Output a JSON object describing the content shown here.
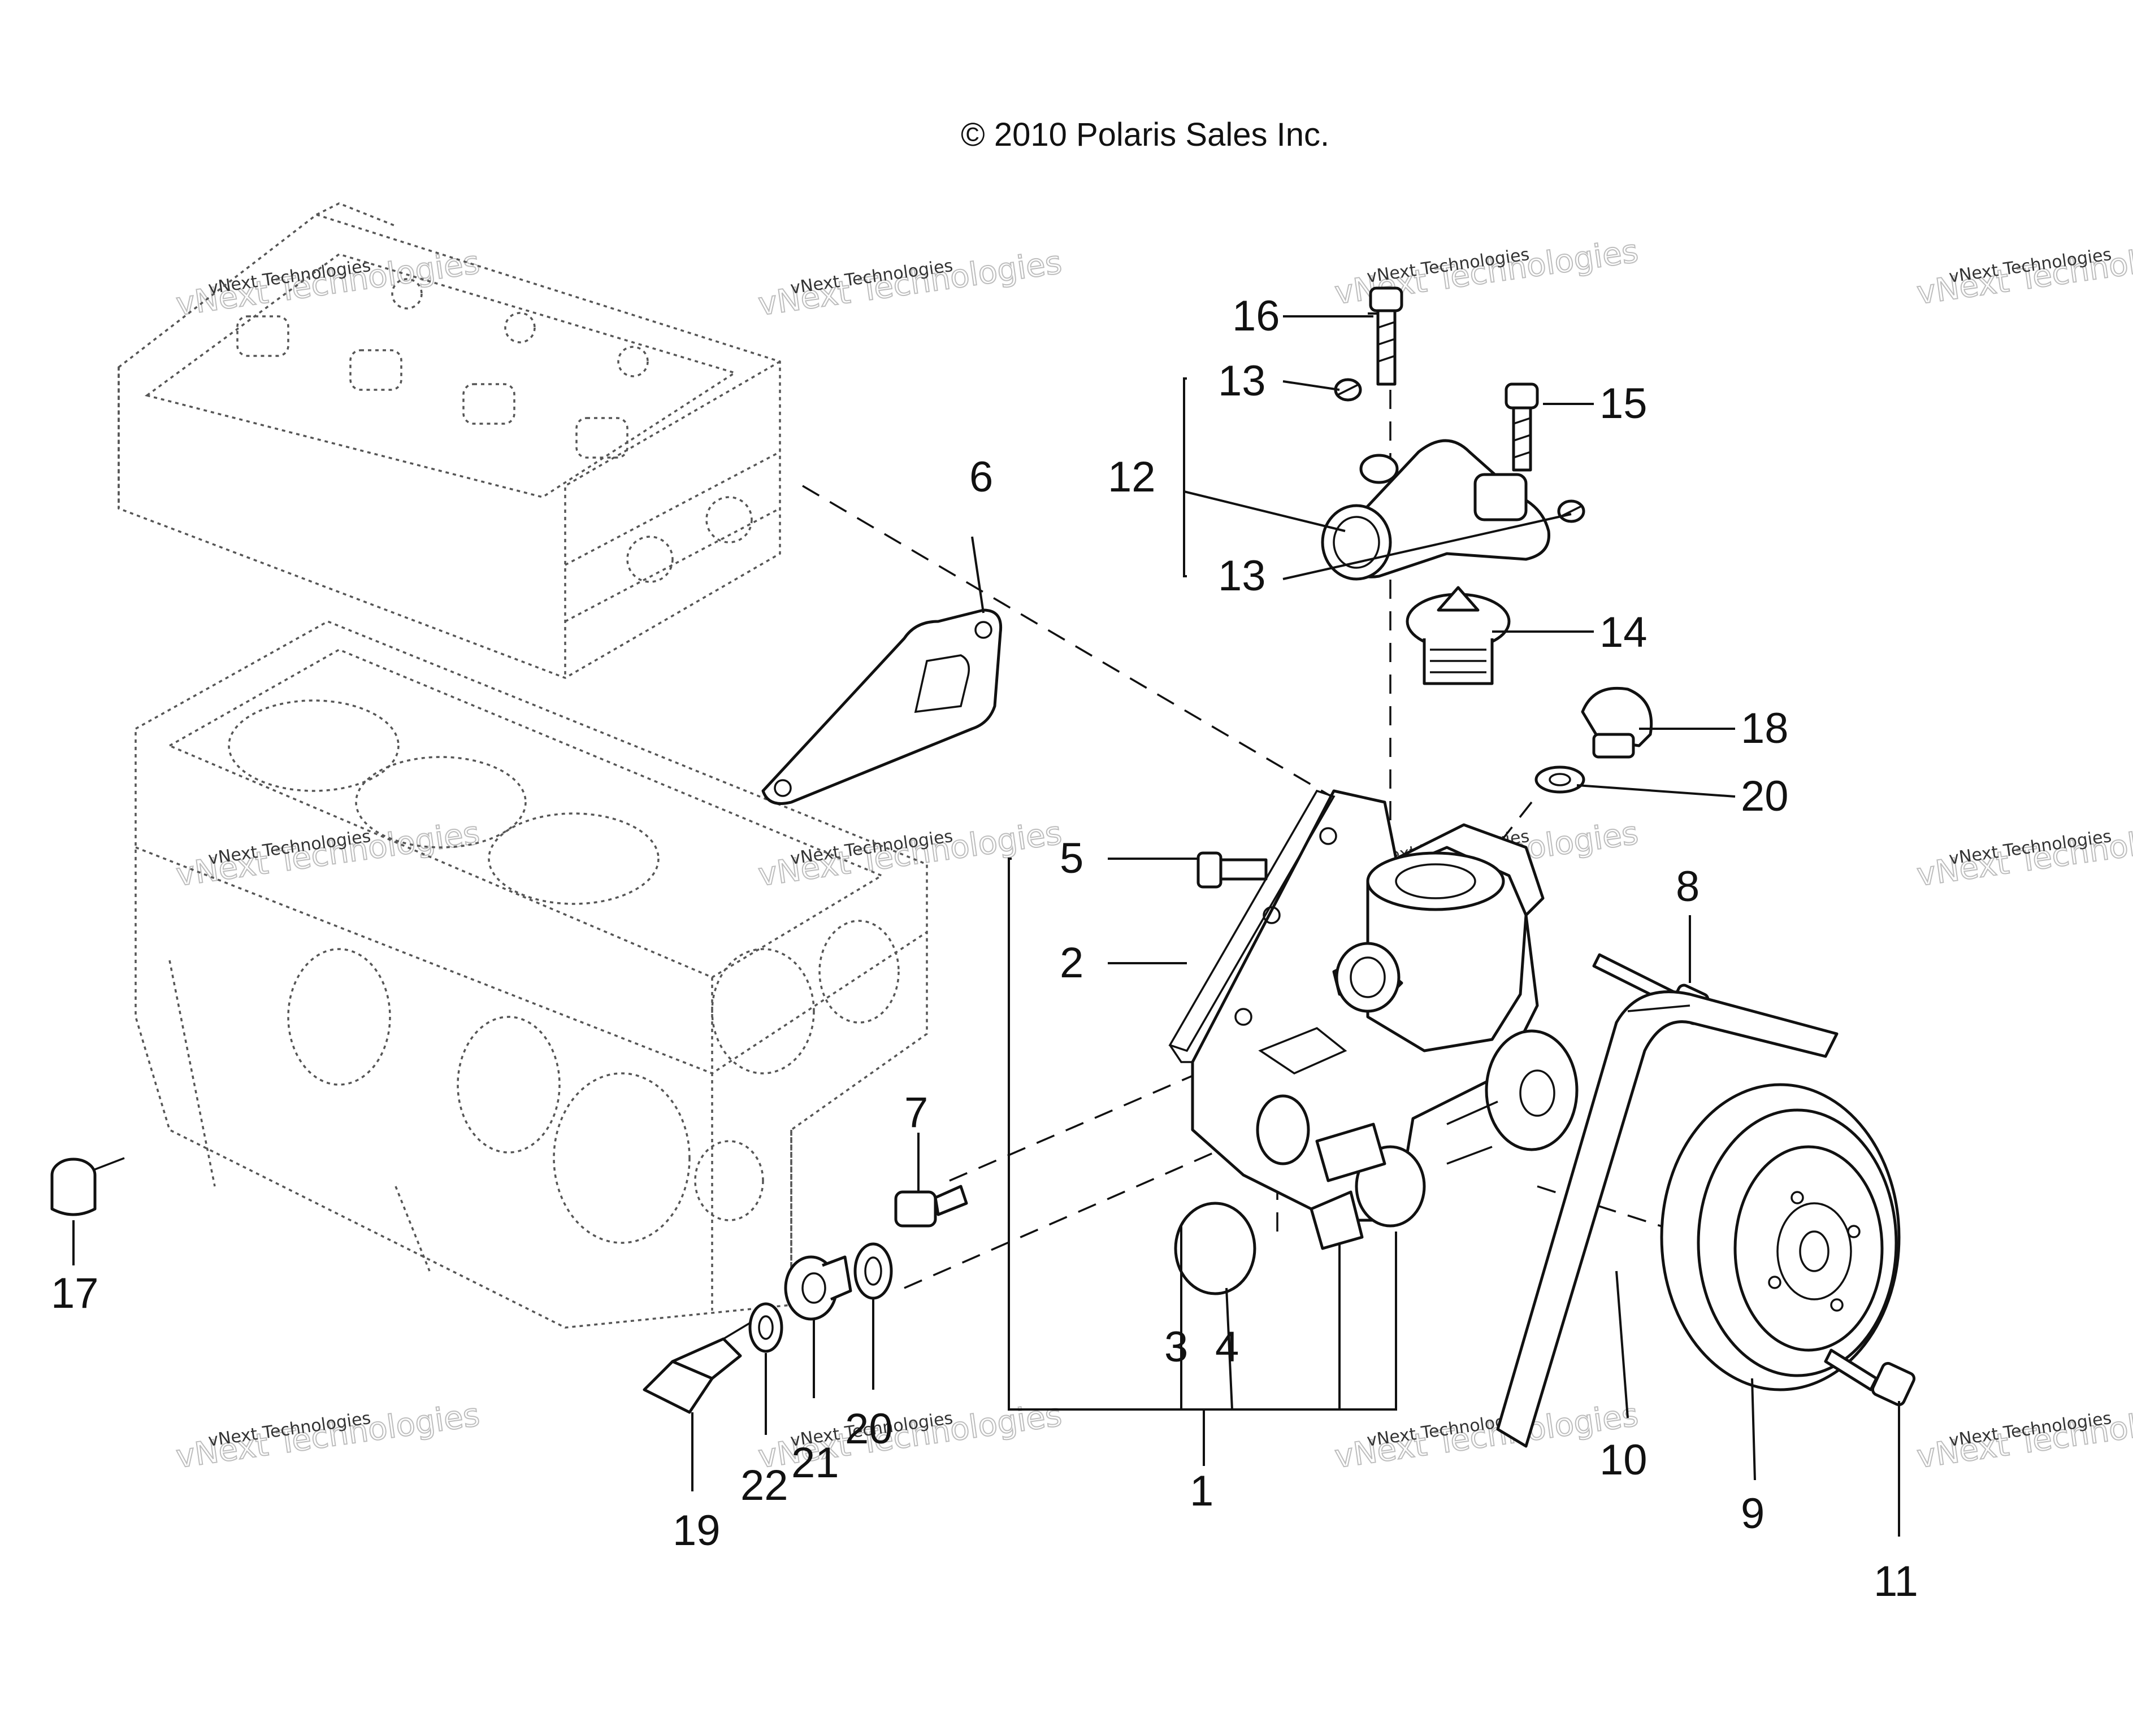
{
  "copyright": "© 2010 Polaris Sales Inc.",
  "watermark": {
    "company": "vNext Technologies",
    "stamp": "vNext Technologies"
  },
  "callouts": {
    "c1": "1",
    "c2": "2",
    "c3": "3",
    "c4": "4",
    "c5": "5",
    "c6": "6",
    "c7": "7",
    "c8": "8",
    "c9": "9",
    "c10": "10",
    "c11": "11",
    "c12": "12",
    "c13a": "13",
    "c13b": "13",
    "c14": "14",
    "c15": "15",
    "c16": "16",
    "c17": "17",
    "c18": "18",
    "c19": "19",
    "c20a": "20",
    "c20b": "20",
    "c21": "21",
    "c22": "22"
  }
}
